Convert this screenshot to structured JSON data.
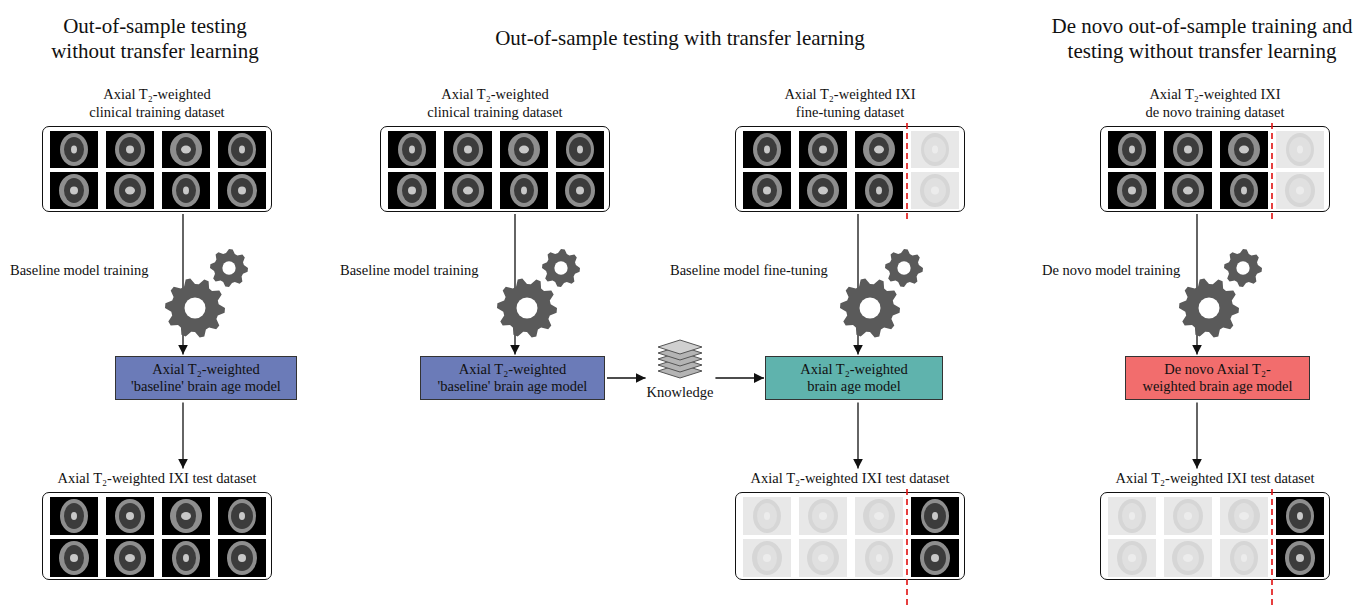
{
  "diagram": {
    "nodes": [
      {
        "text": [
          "Axial T₂-weighted clinical training dataset"
        ]
      },
      {
        "text": [
          "Axial T₂-weighted 'baseline' brain age model"
        ]
      },
      {
        "text": [
          "Axial T₂-weighted IXI test dataset"
        ]
      },
      {
        "text": [
          "Axial T₂-weighted clinical training dataset"
        ]
      },
      {
        "text": [
          "Axial T₂-weighted 'baseline' brain age model"
        ]
      },
      {
        "text": [
          "Knowledge"
        ]
      },
      {
        "text": [
          "Axial T₂-weighted IXI fine-tuning dataset"
        ]
      },
      {
        "text": [
          "Axial T₂-weighted brain age model"
        ]
      },
      {
        "text": [
          "Axial T₂-weighted IXI test dataset"
        ]
      },
      {
        "text": [
          "Axial T₂-weighted IXI de novo training dataset"
        ]
      },
      {
        "text": [
          "De novo Axial T₂-weighted brain age model"
        ]
      },
      {
        "text": [
          "Axial T₂-weighted IXI test dataset"
        ]
      }
    ],
    "edges": [
      {
        "from": 0,
        "to": 1,
        "arrow": "to",
        "label": "Baseline model training"
      },
      {
        "from": 1,
        "to": 2,
        "arrow": "to"
      },
      {
        "from": 3,
        "to": 4,
        "arrow": "to",
        "label": "Baseline model training"
      },
      {
        "from": 4,
        "to": 5,
        "arrow": "to"
      },
      {
        "from": 5,
        "to": 7,
        "arrow": "to"
      },
      {
        "from": 6,
        "to": 7,
        "arrow": "to",
        "label": "Baseline model fine-tuning"
      },
      {
        "from": 7,
        "to": 8,
        "arrow": "to"
      },
      {
        "from": 9,
        "to": 10,
        "arrow": "to",
        "label": "De novo model training"
      },
      {
        "from": 10,
        "to": 11,
        "arrow": "to"
      }
    ],
    "labels": [
      "Out-of-sample testing without transfer learning",
      "Out-of-sample testing with transfer learning",
      "De novo out-of-sample training and testing without transfer learning"
    ]
  }
}
